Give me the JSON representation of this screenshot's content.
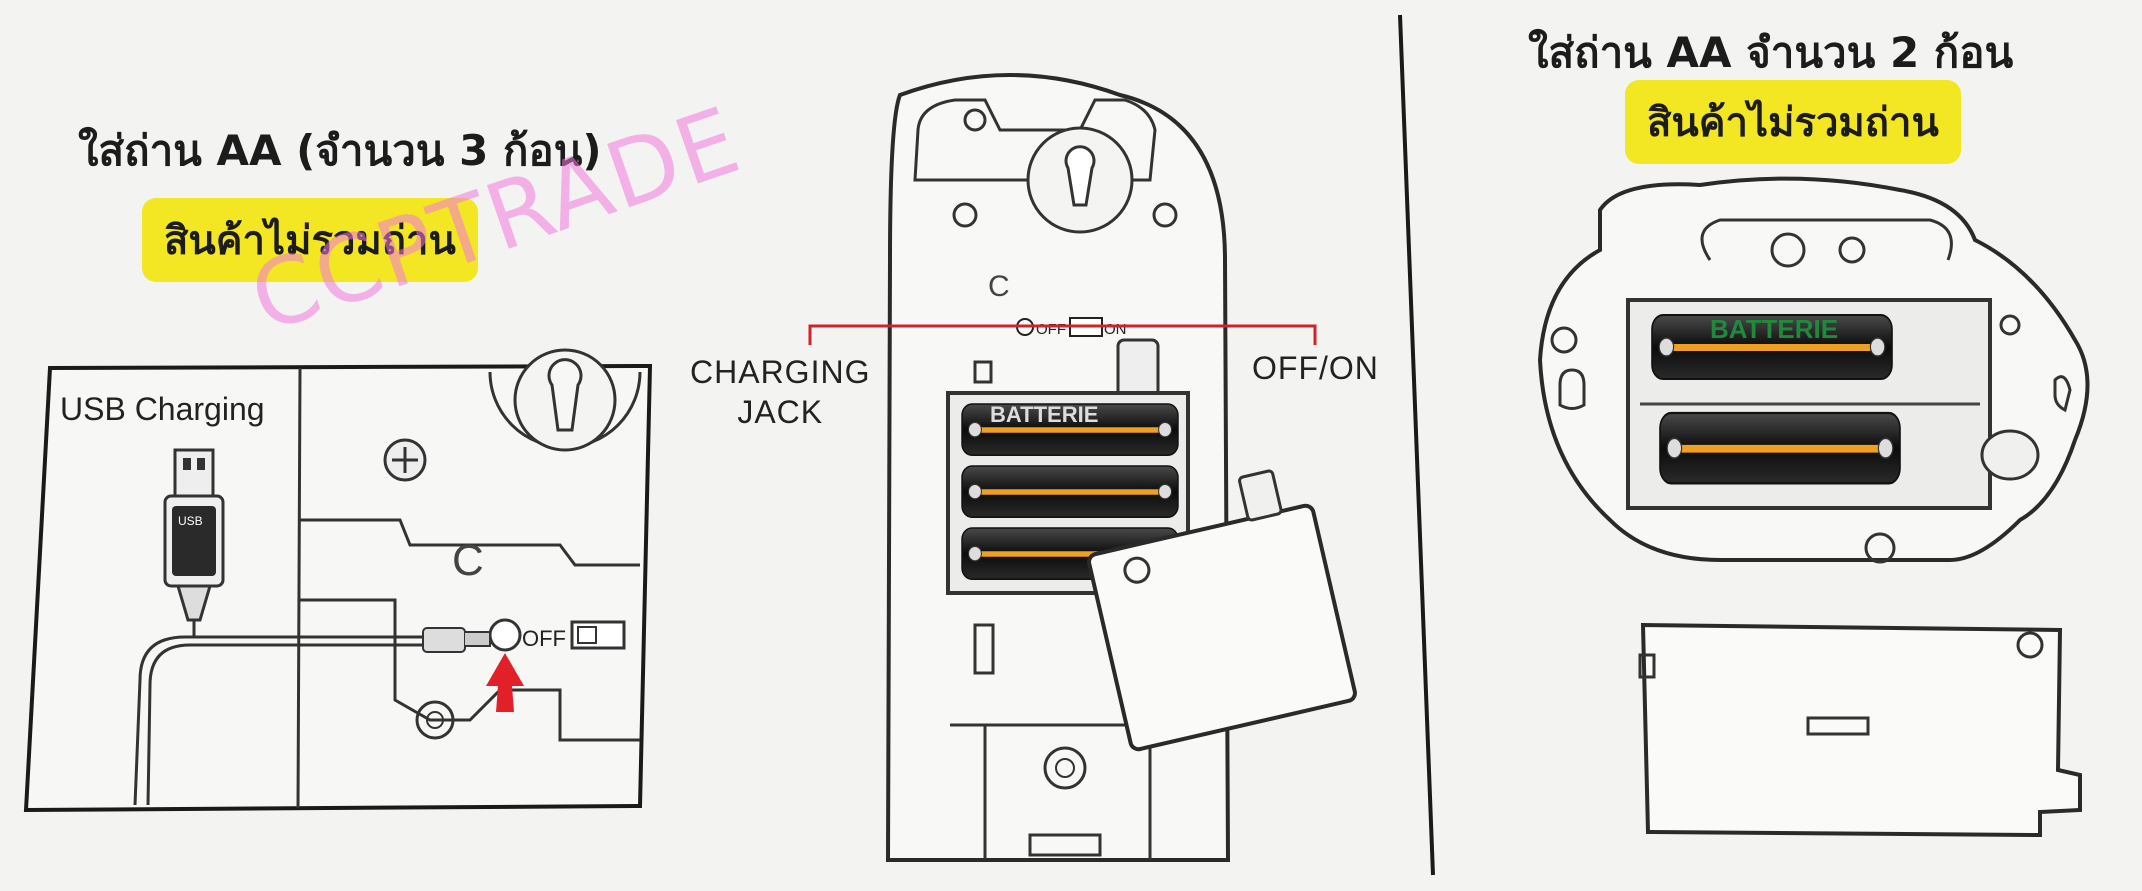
{
  "left_panel": {
    "title": "ใส่ถ่าน AA (จำนวน 3 ก้อน)",
    "badge": "สินค้าไม่รวมถ่าน",
    "inset_label": "USB Charging",
    "switch_off": "OFF",
    "usb_text": "USB"
  },
  "center_panel": {
    "charging_jack_line1": "CHARGING",
    "charging_jack_line2": "JACK",
    "off_on_label": "OFF/ON",
    "switch_text_off": "OFF",
    "switch_text_on": "ON",
    "battery_brand": "BATTERIE"
  },
  "right_panel": {
    "title": "ใส่ถ่าน AA จำนวน 2 ก้อน",
    "badge": "สินค้าไม่รวมถ่าน",
    "battery_brand": "BATTERIE"
  },
  "watermark": "CCPTRADE",
  "colors": {
    "highlight": "#f3e622",
    "callout_line": "#d0222a",
    "arrow": "#e2202a",
    "battery_band": "#f0a020",
    "battery_text": "#1f8a3c",
    "watermark": "#f078dc"
  }
}
